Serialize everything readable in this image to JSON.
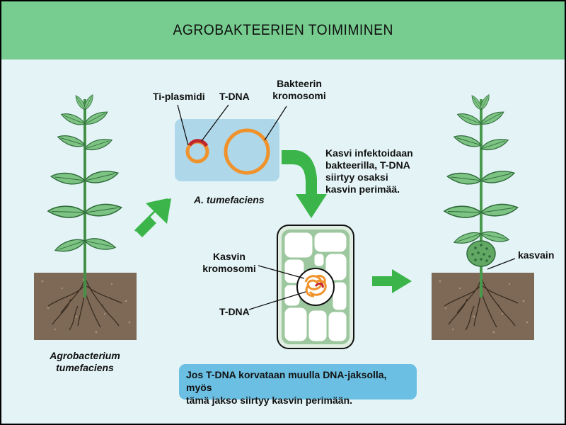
{
  "header": {
    "title": "AGROBAKTEERIEN TOIMIMINEN"
  },
  "labels": {
    "ti_plasmid": "Ti-plasmidi",
    "tdna_top": "T-DNA",
    "bact_chromosome_1": "Bakteerin",
    "bact_chromosome_2": "kromosomi",
    "bacterium_name": "A. tumefaciens",
    "infection_1": "Kasvi infektoidaan",
    "infection_2": "bakteerilla, T-DNA",
    "infection_3": "siirtyy osaksi",
    "infection_4": "kasvin perimää.",
    "plant_chromosome_1": "Kasvin",
    "plant_chromosome_2": "kromosomi",
    "tdna_cell": "T-DNA",
    "agro_1": "Agrobacterium",
    "agro_2": "tumefaciens",
    "tumor": "kasvain"
  },
  "note": {
    "line1": "Jos T-DNA korvataan muulla DNA-jaksolla, myös",
    "line2": "tämä jakso siirtyy kasvin perimään."
  },
  "colors": {
    "header": "#76cd8f",
    "background": "#e3f3f6",
    "bacterium_box": "#aed8e9",
    "arrow_green": "#3bb54a",
    "plasmid_orange": "#f0922b",
    "tdna_red": "#c1272d",
    "soil": "#7d6955",
    "leaf": "#7dc383",
    "note_box": "#6bbfe3"
  }
}
